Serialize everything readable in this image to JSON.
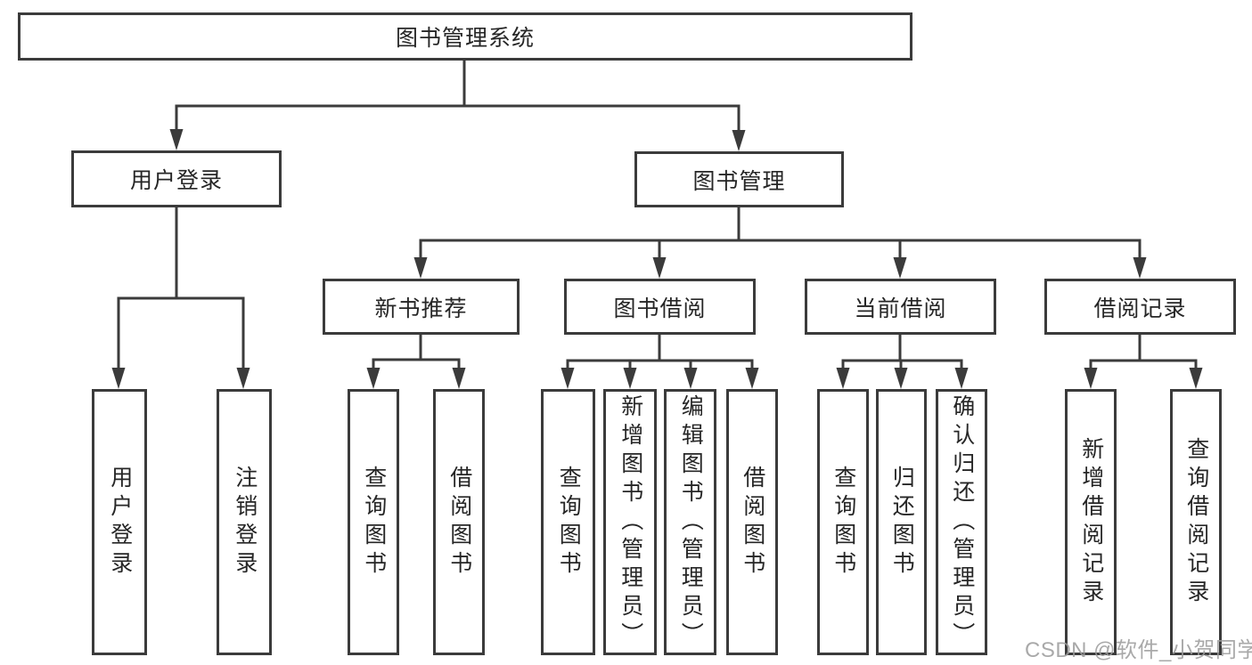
{
  "diagram": {
    "tree": {
      "label": "图书管理系统",
      "children": [
        {
          "label": "用户登录",
          "children": [
            {
              "label": "用户登录"
            },
            {
              "label": "注销登录"
            }
          ]
        },
        {
          "label": "图书管理",
          "children": [
            {
              "label": "新书推荐",
              "children": [
                {
                  "label": "查询图书"
                },
                {
                  "label": "借阅图书"
                }
              ]
            },
            {
              "label": "图书借阅",
              "children": [
                {
                  "label": "查询图书"
                },
                {
                  "label": "新增图书（管理员）"
                },
                {
                  "label": "编辑图书（管理员）"
                },
                {
                  "label": "借阅图书"
                }
              ]
            },
            {
              "label": "当前借阅",
              "children": [
                {
                  "label": "查询图书"
                },
                {
                  "label": "归还图书"
                },
                {
                  "label": "确认归还（管理员）"
                }
              ]
            },
            {
              "label": "借阅记录",
              "children": [
                {
                  "label": "新增借阅记录"
                },
                {
                  "label": "查询借阅记录"
                }
              ]
            }
          ]
        }
      ]
    },
    "line_color": "#3b3b3b",
    "text_color": "#262626",
    "watermark_color": "#9b9b9b"
  },
  "watermark": "CSDN @软件_小贺同学"
}
